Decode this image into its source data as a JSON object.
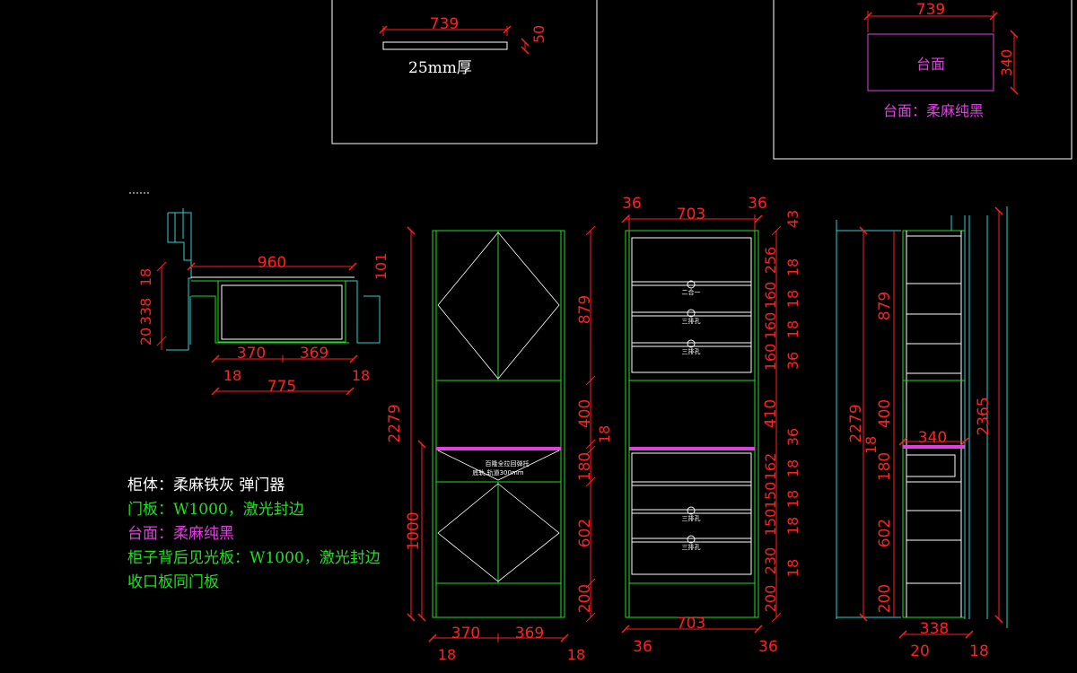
{
  "detail_a": {
    "width": "739",
    "height": "50",
    "caption": "25mm厚"
  },
  "detail_b": {
    "width": "739",
    "height": "340",
    "label": "台面",
    "caption": "台面：柔麻纯黑"
  },
  "plan": {
    "d_960": "960",
    "d_101": "101",
    "d_18a": "18",
    "d_338": "338",
    "d_20": "20",
    "d_370": "370",
    "d_369": "369",
    "d_18b": "18",
    "d_18c": "18",
    "d_775": "775"
  },
  "elev_front": {
    "overall": "2279",
    "lower": "1000",
    "right": [
      "879",
      "400",
      "18",
      "180",
      "602",
      "200"
    ],
    "bottom": [
      "370",
      "369",
      "18",
      "18"
    ],
    "note": [
      "百隆全拉回弹托",
      "底轨,轨道300mm"
    ]
  },
  "elev_inner": {
    "top": [
      "36",
      "703",
      "36"
    ],
    "right": [
      "43",
      "256",
      "18",
      "160",
      "18",
      "160",
      "18",
      "160",
      "36",
      "410",
      "36",
      "162",
      "18",
      "150",
      "18",
      "150",
      "18",
      "230",
      "18",
      "200"
    ],
    "bottom": [
      "703",
      "36",
      "36"
    ],
    "drawer_labels": [
      "二合一",
      "三排孔",
      "三排孔",
      "三排孔",
      "三排孔"
    ]
  },
  "elev_side": {
    "left": [
      "2279",
      "879",
      "400",
      "18",
      "180",
      "602",
      "200"
    ],
    "right": "2365",
    "d_340": "340",
    "bottom": [
      "338",
      "20",
      "18"
    ]
  },
  "notes": [
    "柜体：柔麻铁灰 弹门器",
    "门板：W1000，激光封边",
    "台面：柔麻纯黑",
    "柜子背后见光板：W1000，激光封边",
    "收口板同门板"
  ],
  "colors": {
    "background": "#000000",
    "dimension": "#ff2020",
    "panel": "#20e020",
    "counter": "#e040e0",
    "frame": "#ffffff",
    "cyan": "#30d0d0"
  }
}
